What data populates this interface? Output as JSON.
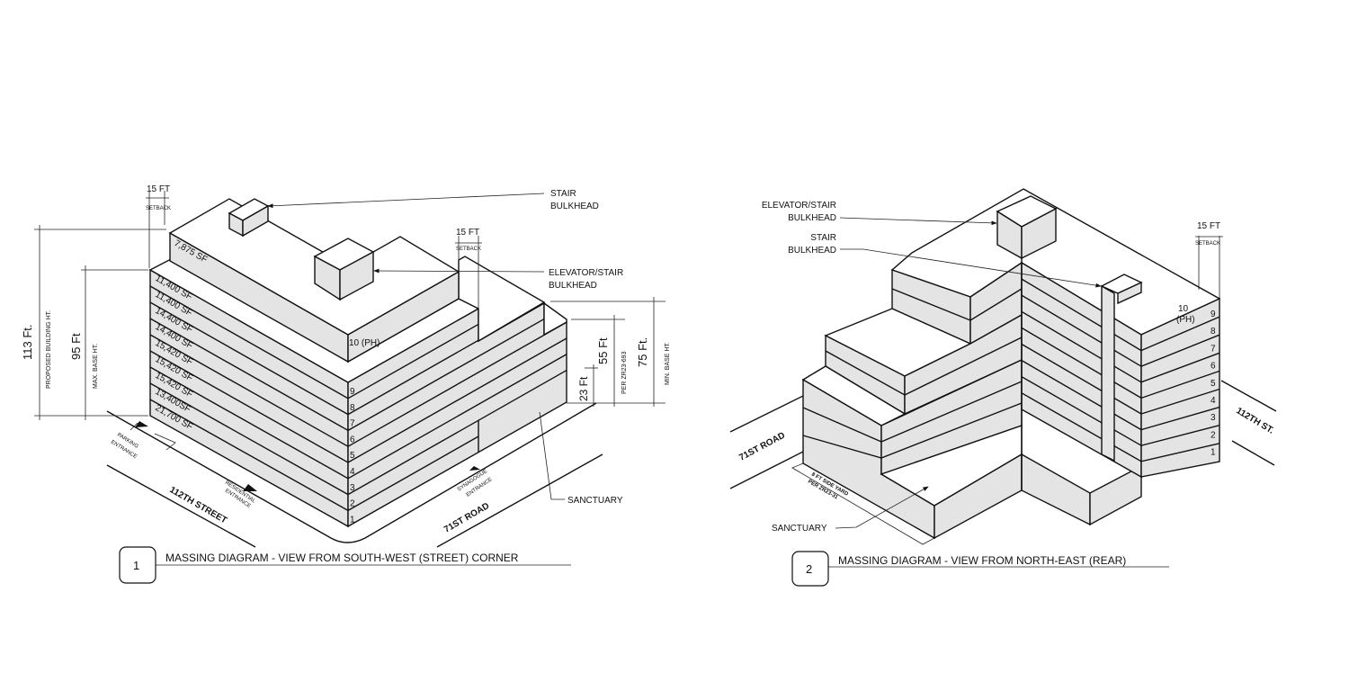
{
  "diagram1": {
    "number": "1",
    "title": "MASSING DIAGRAM - VIEW FROM SOUTH-WEST (STREET) CORNER",
    "setback_top": {
      "value": "15 FT",
      "label": "SETBACK"
    },
    "setback_right": {
      "value": "15 FT",
      "label": "SETBACK"
    },
    "proposed_height": {
      "value": "113 Ft.",
      "label": "PROPOSED BUILDING HT."
    },
    "max_base": {
      "value": "95 Ft",
      "label": "MAX. BASE HT."
    },
    "min_base": {
      "value": "75 Ft.",
      "label": "MIN. BASE HT."
    },
    "per_zr": {
      "value": "55 Ft",
      "label": "PER ZR23-693"
    },
    "sanctuary_height": "23 Ft",
    "stair_bulkhead": [
      "STAIR",
      "BULKHEAD"
    ],
    "elevator_bulkhead": [
      "ELEVATOR/STAIR",
      "BULKHEAD"
    ],
    "sanctuary": "SANCTUARY",
    "ph_area": "7,875 SF",
    "floor_areas": [
      "11,400 SF",
      "11,400 SF",
      "14,400 SF",
      "14,400 SF",
      "15,420 SF",
      "15,420 SF",
      "15,420 SF",
      "13,400SF",
      "21,700 SF"
    ],
    "floor_numbers": [
      "9",
      "8",
      "7",
      "6",
      "5",
      "4",
      "3",
      "2",
      "1"
    ],
    "penthouse": "10 (PH)",
    "street_west": "112TH STREET",
    "street_south": "71ST ROAD",
    "parking_entrance": [
      "PARKING",
      "ENTRANCE"
    ],
    "residential_entrance": [
      "RESIDENTIAL",
      "ENTRANCE"
    ],
    "synagogue_entrance": [
      "SYNAGOGUE",
      "ENTRANCE"
    ]
  },
  "diagram2": {
    "number": "2",
    "title": "MASSING DIAGRAM - VIEW FROM NORTH-EAST (REAR)",
    "elevator_bulkhead": [
      "ELEVATOR/STAIR",
      "BULKHEAD"
    ],
    "stair_bulkhead": [
      "STAIR",
      "BULKHEAD"
    ],
    "setback": {
      "value": "15 FT",
      "label": "SETBACK"
    },
    "penthouse": [
      "10",
      "(PH)"
    ],
    "floor_numbers": [
      "9",
      "8",
      "7",
      "6",
      "5",
      "4",
      "3",
      "2",
      "1"
    ],
    "street_left": "71ST ROAD",
    "street_right": "112TH ST.",
    "side_yard": [
      "8 FT SIDE YARD",
      "PER ZR23-31"
    ],
    "sanctuary": "SANCTUARY"
  }
}
